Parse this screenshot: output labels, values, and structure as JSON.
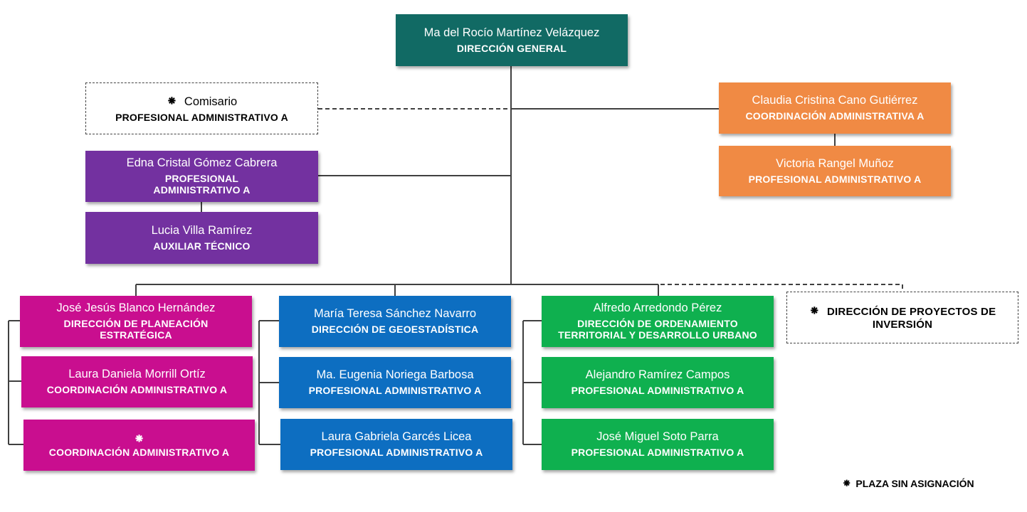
{
  "director": {
    "name": "Ma del Rocío Martínez Velázquez",
    "role": "DIRECCIÓN GENERAL"
  },
  "comisario": {
    "mark": "⁕",
    "name": "Comisario",
    "role": "PROFESIONAL ADMINISTRATIVO A"
  },
  "purple_1": {
    "name": "Edna Cristal Gómez Cabrera",
    "role_line1": "PROFESIONAL",
    "role_line2": "ADMINISTRATIVO A"
  },
  "purple_2": {
    "name": "Lucia Villa Ramírez",
    "role": "AUXILIAR TÉCNICO"
  },
  "orange_1": {
    "name": "Claudia Cristina Cano Gutiérrez",
    "role": "COORDINACIÓN  ADMINISTRATIVA A"
  },
  "orange_2": {
    "name": "Victoria Rangel Muñoz",
    "role": "PROFESIONAL ADMINISTRATIVO A"
  },
  "magenta_1": {
    "name": "José Jesús Blanco Hernández",
    "role_line1": "DIRECCIÓN DE PLANEACIÓN",
    "role_line2": "ESTRATÉGICA"
  },
  "magenta_2": {
    "name": "Laura Daniela Morrill Ortíz",
    "role": "COORDINACIÓN ADMINISTRATIVO A"
  },
  "magenta_3": {
    "mark": "⁕",
    "role": "COORDINACIÓN ADMINISTRATIVO A"
  },
  "blue_1": {
    "name": "María Teresa Sánchez Navarro",
    "role": "DIRECCIÓN  DE GEOESTADÍSTICA"
  },
  "blue_2": {
    "name": "Ma. Eugenia Noriega Barbosa",
    "role": "PROFESIONAL ADMINISTRATIVO A"
  },
  "blue_3": {
    "name": "Laura Gabriela Garcés Licea",
    "role": "PROFESIONAL ADMINISTRATIVO A"
  },
  "green_1": {
    "name": "Alfredo Arredondo Pérez",
    "role_line1": "DIRECCIÓN  DE ORDENAMIENTO",
    "role_line2": "TERRITORIAL Y DESARROLLO URBANO"
  },
  "green_2": {
    "name": "Alejandro Ramírez Campos",
    "role": "PROFESIONAL ADMINISTRATIVO A"
  },
  "green_3": {
    "name": "José Miguel Soto Parra",
    "role": "PROFESIONAL ADMINISTRATIVO A"
  },
  "proyectos": {
    "mark": "⁕",
    "role_line1": "DIRECCIÓN DE PROYECTOS DE",
    "role_line2": "INVERSIÓN"
  },
  "legend": {
    "mark": "⁕",
    "text": "PLAZA SIN ASIGNACIÓN"
  },
  "colors": {
    "teal": "#116a64",
    "purple": "#7331a0",
    "orange": "#f08a44",
    "magenta": "#c90e8f",
    "blue": "#0d6ec1",
    "green": "#0fb04f"
  }
}
